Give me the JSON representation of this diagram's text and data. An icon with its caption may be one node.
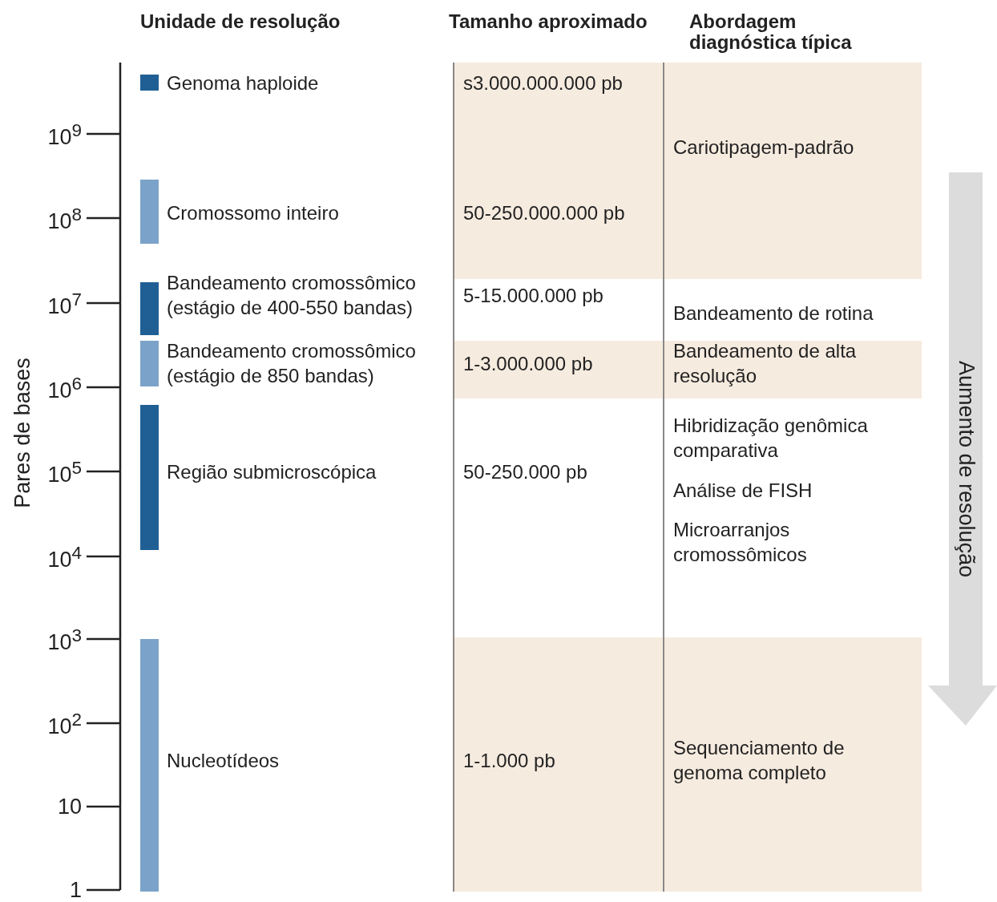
{
  "diagram": {
    "nodes": [
      {
        "text": [
          "Aumento de resolução"
        ]
      }
    ],
    "labels": [
      "Unidade de resolução",
      "Tamanho aproximado",
      "Abordagem diagnóstica típica",
      "Pares de bases",
      "10$^{9}$",
      "10$^{8}$",
      "10$^{7}$",
      "10$^{6}$",
      "10$^{5}$",
      "10$^{4}$",
      "10$^{3}$",
      "10$^{2}$",
      "10",
      "1",
      "Genoma haploide",
      "s3.000.000.000 pb",
      "Cariotipagem-padrão",
      "Cromossomo inteiro",
      "50-250.000.000 pb",
      "Bandeamento cromossômico (estágio de 400-550 bandas)",
      "5-15.000.000 pb",
      "Bandeamento de rotina",
      "Bandeamento cromossômico (estágio de 850 bandas)",
      "1-3.000.000 pb",
      "Bandeamento de alta resolução",
      "Região submicroscópica",
      "50-250.000 pb",
      "Hibridização genômica comparativa",
      "Análise de FISH",
      "Microarranjos cromossômicos",
      "Nucleotídeos",
      "1-1.000 pb",
      "Sequenciamento de genoma completo"
    ]
  }
}
